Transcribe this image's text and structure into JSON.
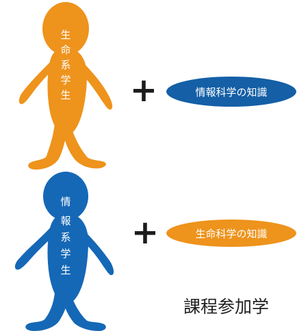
{
  "colors": {
    "orange": "#EE931C",
    "blue": "#1568B6",
    "oval_blue": "#145FA6",
    "plus": "#1c1c1c"
  },
  "figures": [
    {
      "id": "life-science-student",
      "color": "orange",
      "body_label": [
        "生",
        "命",
        "系",
        "学",
        "生"
      ],
      "plus_symbol": "+",
      "knowledge_label": "情報科学の知識",
      "knowledge_color": "oval_blue"
    },
    {
      "id": "information-science-student",
      "color": "blue",
      "body_label": [
        "情",
        "報",
        "系",
        "学",
        "生"
      ],
      "plus_symbol": "+",
      "knowledge_label": "生命科学の知識",
      "knowledge_color": "orange"
    }
  ],
  "caption": "課程参加学"
}
